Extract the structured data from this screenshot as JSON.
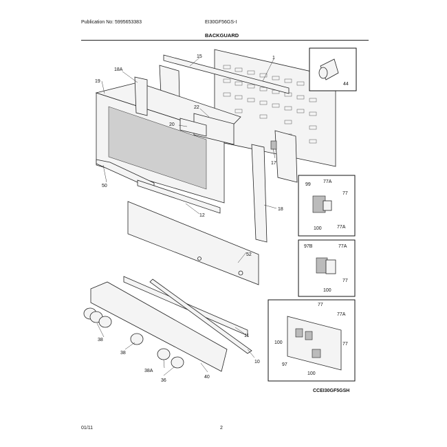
{
  "header": {
    "publication": "Publication No: 5995653383",
    "model": "EI30GF56GS-I",
    "section": "BACKGUARD"
  },
  "footer": {
    "date": "01/11",
    "page": "2",
    "figure_code": "CCEI30GF5GSH"
  },
  "callouts": {
    "c1": "1",
    "c15": "15",
    "c18a": "18A",
    "c19": "19",
    "c22": "22",
    "c20": "20",
    "c17": "17",
    "c50": "50",
    "c12": "12",
    "c18": "18",
    "c52": "52",
    "c11": "11",
    "c10": "10",
    "c40": "40",
    "c38a": "38A",
    "c36": "36",
    "c38_left": "38",
    "c38_mid": "38",
    "c44": "44",
    "b1_99": "99",
    "b1_77a_top": "77A",
    "b1_77": "77",
    "b1_100": "100",
    "b1_77a_bot": "77A",
    "b2_97b": "97B",
    "b2_77a": "77A",
    "b2_77": "77",
    "b2_100": "100",
    "b3_77_top": "77",
    "b3_77a": "77A",
    "b3_100_left": "100",
    "b3_77_right": "77",
    "b3_97": "97",
    "b3_100_bot": "100"
  }
}
